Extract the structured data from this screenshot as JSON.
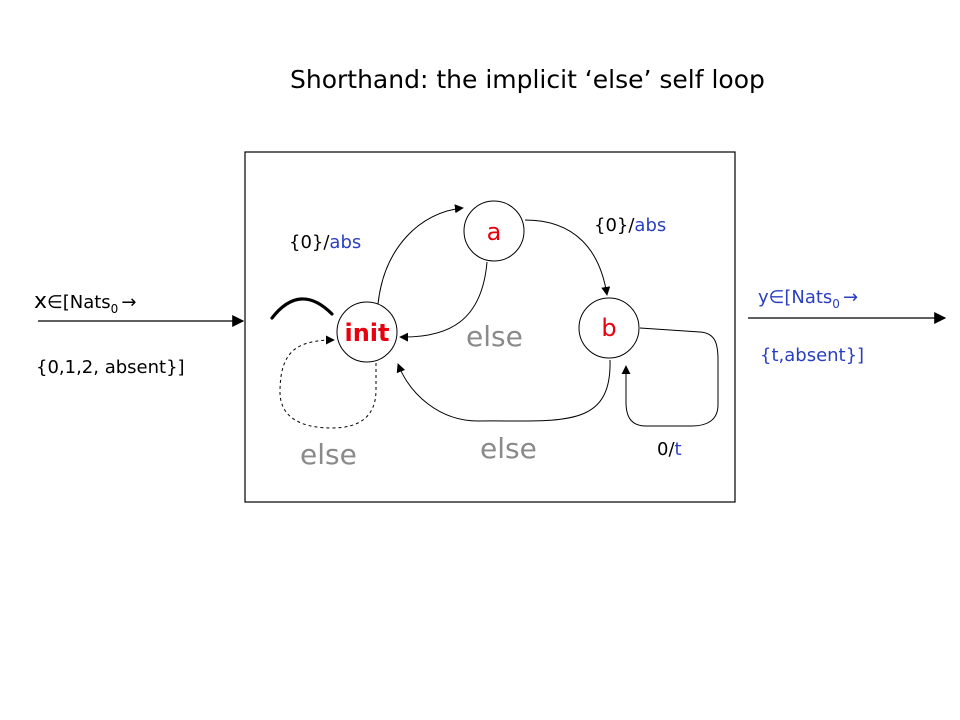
{
  "title": "Shorthand: the implicit ‘else’ self loop",
  "input": {
    "var": "x",
    "in_sym": "∈",
    "type_base": "[Nats",
    "type_sub": "0",
    "arrow": "→",
    "set": "{0,1,2, absent}]"
  },
  "output": {
    "var": "y",
    "in_sym": "∈",
    "type_base": "[Nats",
    "type_sub": "0",
    "arrow": "→",
    "set": "{t,absent}]"
  },
  "states": {
    "init": "init",
    "a": "a",
    "b": "b"
  },
  "transitions": {
    "init_to_a": {
      "guard": "{0}/",
      "output": "abs"
    },
    "a_to_b": {
      "guard": "{0}/",
      "output": "abs"
    },
    "a_to_init": "else",
    "b_to_init": "else",
    "init_self": "else",
    "b_self": {
      "guard": "0/",
      "output": "t"
    }
  },
  "colors": {
    "state_text": "#e8000e",
    "output_text": "#2a3fbf",
    "else_text": "#8a8a8a",
    "line": "#000000"
  }
}
